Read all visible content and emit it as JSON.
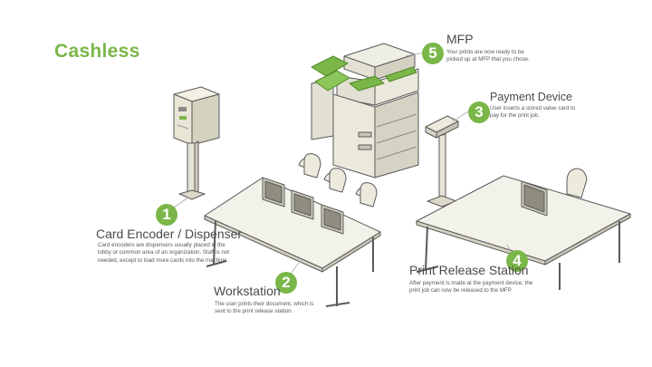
{
  "title": "Cashless",
  "accent": "#7ab648",
  "steps": [
    {
      "number": "1",
      "label": "Card Encoder / Dispenser",
      "description": "Card encoders are dispensers usually placed in the lobby or common area of an organization. Staff is not needed, except to load more cards into the machine."
    },
    {
      "number": "2",
      "label": "Workstation",
      "description": "The user prints their document, which is sent to the print release station."
    },
    {
      "number": "3",
      "label": "Payment Device",
      "description": "User inserts a stored value card to pay for the print job."
    },
    {
      "number": "4",
      "label": "Print Release Station",
      "description": "After payment is made at the payment device, the print job can now be released to the MFP."
    },
    {
      "number": "5",
      "label": "MFP",
      "description": "Your prints are now ready to be picked up at MFP that you chose."
    }
  ]
}
